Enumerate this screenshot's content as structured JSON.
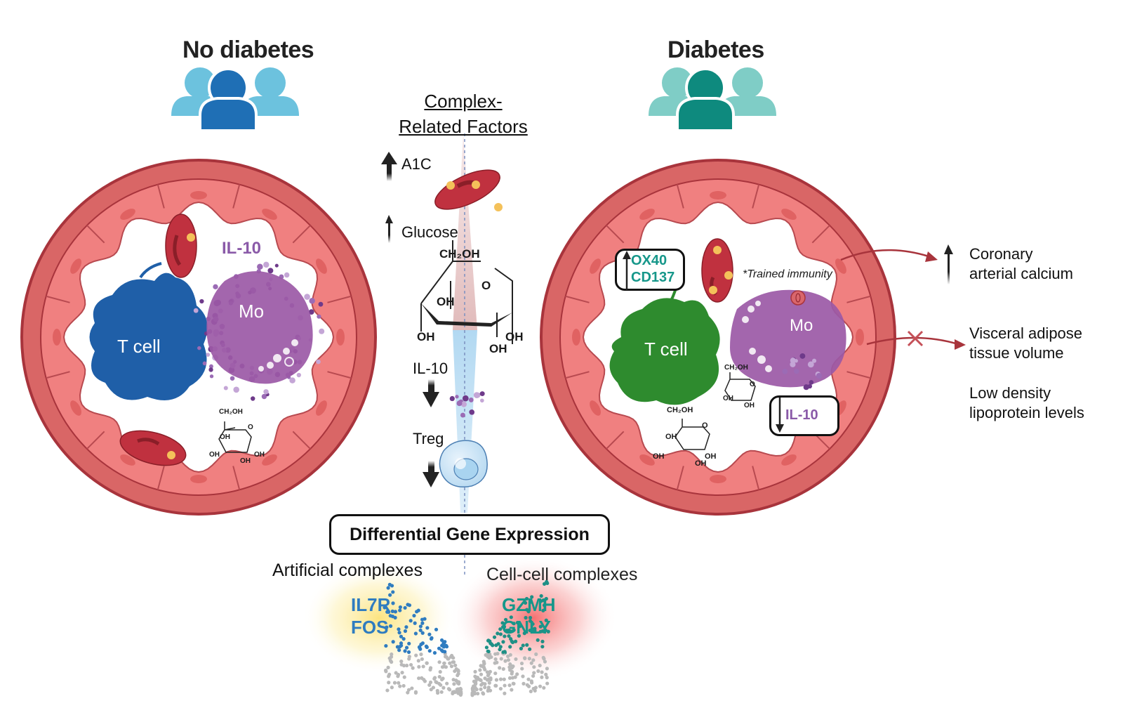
{
  "colors": {
    "no_diabetes_primary": "#1f6fb5",
    "no_diabetes_secondary": "#6cc2de",
    "diabetes_primary": "#0e8a7e",
    "diabetes_secondary": "#7fcdc6",
    "vessel_outer": "#d96666",
    "vessel_inner": "#f08080",
    "rbc": "#c0313f",
    "tcell_no_diabetes": "#1f5fa8",
    "tcell_diabetes": "#2e8b2e",
    "monocyte": "#9b59a6",
    "il10_text": "#8a5aa8",
    "teal_text": "#16978a",
    "gene_blue": "#2f7cc0",
    "arrow_red": "#a8343c"
  },
  "left_panel": {
    "title": "No diabetes",
    "people_icon": "people-group-icon",
    "tcell_label": "T cell",
    "monocyte_label": "Mo",
    "cytokine_label": "IL-10",
    "glucose": {
      "ch2oh": "CH₂OH",
      "o": "O",
      "oh": "OH"
    }
  },
  "right_panel": {
    "title": "Diabetes",
    "people_icon": "people-group-icon",
    "tcell_label": "T cell",
    "monocyte_label": "Mo",
    "markers_box": {
      "direction": "up",
      "lines": [
        "OX40",
        "CD137"
      ]
    },
    "trained_immunity": "*Trained immunity",
    "il10_box": {
      "direction": "down",
      "label": "IL-10"
    },
    "glucose": {
      "ch2oh": "CH₂OH",
      "o": "O",
      "oh": "OH"
    }
  },
  "center": {
    "heading_line1": "Complex-",
    "heading_line2": "Related Factors",
    "factors": [
      {
        "label": "A1C",
        "direction": "up"
      },
      {
        "label": "Glucose",
        "direction": "up"
      },
      {
        "label": "IL-10",
        "direction": "down"
      },
      {
        "label": "Treg",
        "direction": "down"
      }
    ],
    "glucose": {
      "ch2oh": "CH₂OH",
      "o": "O",
      "oh": "OH"
    }
  },
  "outcomes": [
    {
      "line1": "Coronary",
      "line2": "arterial calcium",
      "association": "increased"
    },
    {
      "line1": "Visceral adipose",
      "line2": "tissue volume",
      "association": "none"
    },
    {
      "line1": "Low density",
      "line2": "lipoprotein levels",
      "association": "none"
    }
  ],
  "dge": {
    "title": "Differential Gene Expression",
    "left_label": "Artificial complexes",
    "right_label": "Cell-cell complexes",
    "left_genes": [
      "IL7R",
      "FOS"
    ],
    "right_genes": [
      "GZMH",
      "GNLY"
    ]
  }
}
